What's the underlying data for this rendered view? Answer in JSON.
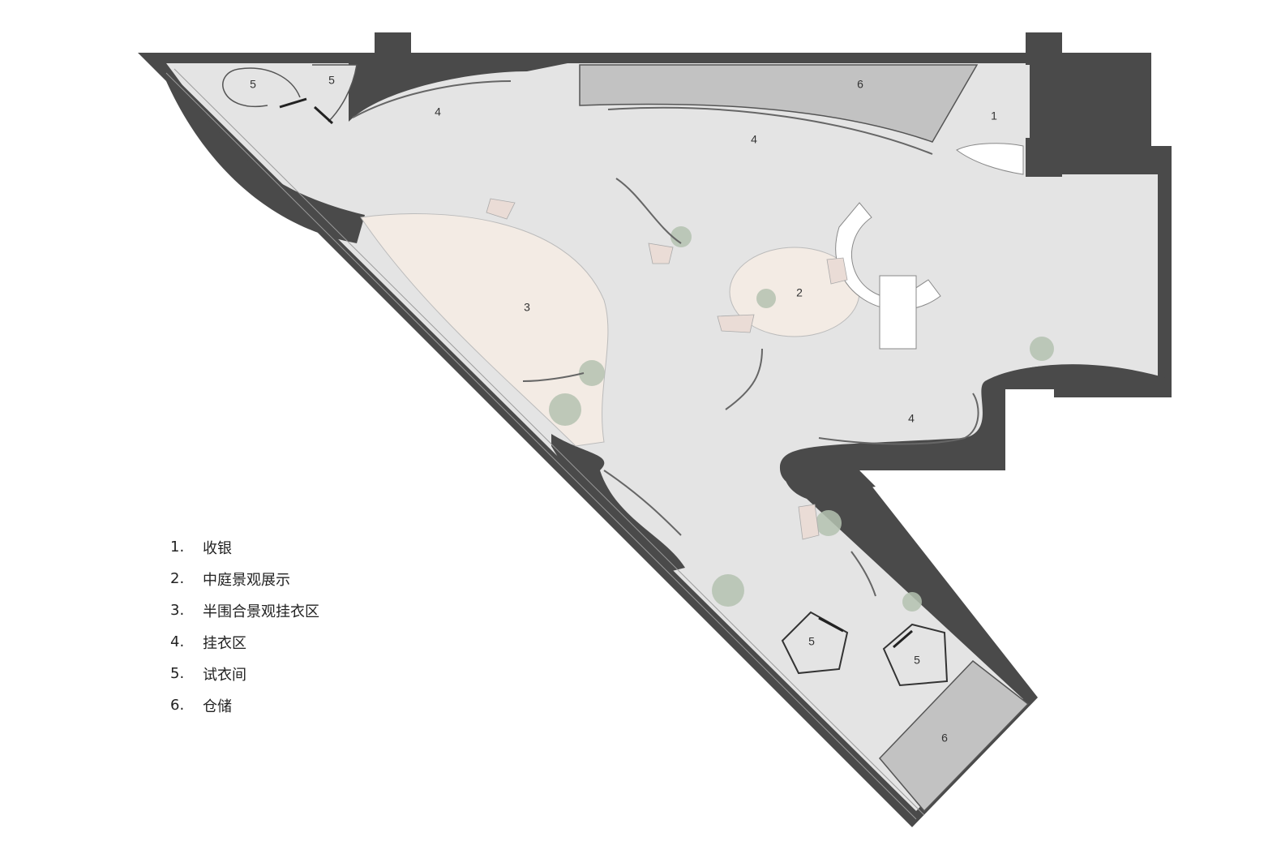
{
  "colors": {
    "wall": "#4a4a4a",
    "floor": "#e4e4e4",
    "storage": "#c2c2c2",
    "landscape_zone": "#f3ebe4",
    "tree": "#b4c2b0",
    "rock": "#eadcd6",
    "glazing": "#ffffff"
  },
  "zones": [
    {
      "id": "zone-1-cashier-left",
      "label": "5"
    },
    {
      "id": "zone-2-fitting-top",
      "label": "5"
    },
    {
      "id": "zone-3-rack-top",
      "label": "4"
    },
    {
      "id": "zone-4-storage-top",
      "label": "6"
    },
    {
      "id": "zone-5-cashier",
      "label": "1"
    },
    {
      "id": "zone-6-rack-main",
      "label": "4"
    },
    {
      "id": "zone-7-courtyard",
      "label": "2"
    },
    {
      "id": "zone-8-semi-enclosed",
      "label": "3"
    },
    {
      "id": "zone-9-rack-lower",
      "label": "4"
    },
    {
      "id": "zone-10-fitting-lower-left",
      "label": "5"
    },
    {
      "id": "zone-11-fitting-lower-right",
      "label": "5"
    },
    {
      "id": "zone-12-storage-lower",
      "label": "6"
    }
  ],
  "legend": [
    {
      "number": "1.",
      "text": "收银"
    },
    {
      "number": "2.",
      "text": "中庭景观展示"
    },
    {
      "number": "3.",
      "text": "半围合景观挂衣区"
    },
    {
      "number": "4.",
      "text": "挂衣区"
    },
    {
      "number": "5.",
      "text": "试衣间"
    },
    {
      "number": "6.",
      "text": "仓储"
    }
  ]
}
